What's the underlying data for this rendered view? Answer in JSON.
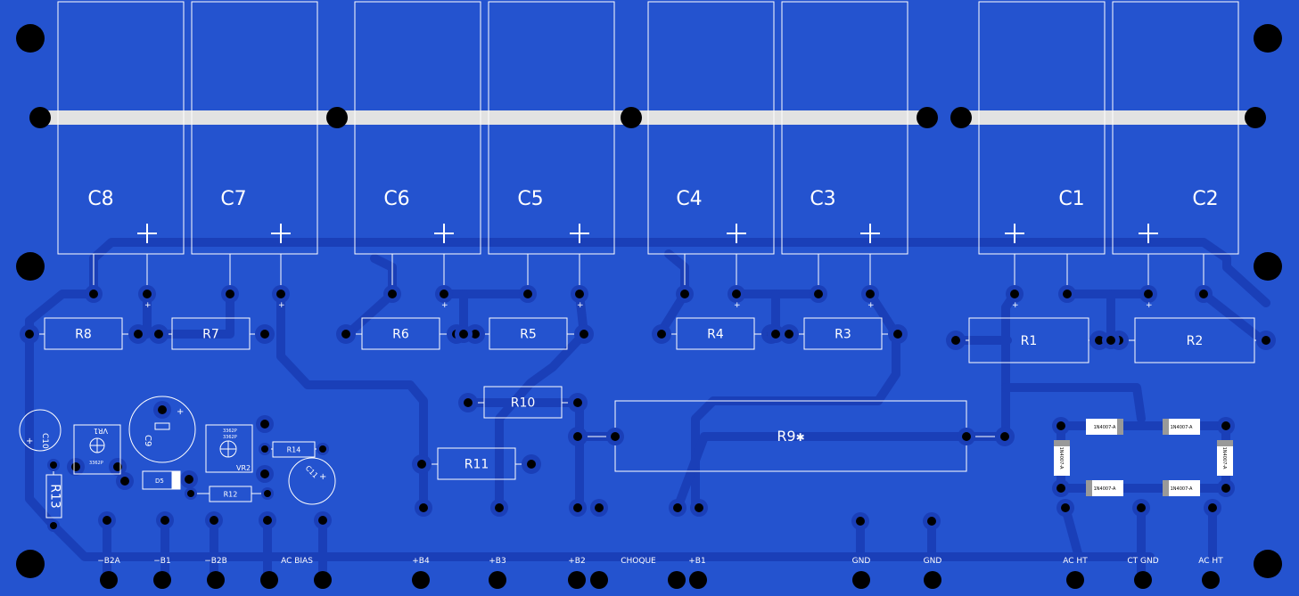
{
  "board": {
    "background": "#2453cf",
    "trace_color": "#1a3fb8",
    "silk_color": "#ffffff",
    "pad_color": "#000000",
    "bar_color": "#e2e2e2"
  },
  "capacitors": [
    {
      "id": "c8",
      "label": "C8",
      "polarity": "+"
    },
    {
      "id": "c7",
      "label": "C7",
      "polarity": "+"
    },
    {
      "id": "c6",
      "label": "C6",
      "polarity": "+"
    },
    {
      "id": "c5",
      "label": "C5",
      "polarity": "+"
    },
    {
      "id": "c4",
      "label": "C4",
      "polarity": "+"
    },
    {
      "id": "c3",
      "label": "C3",
      "polarity": "+"
    },
    {
      "id": "c1",
      "label": "C1",
      "polarity": "+"
    },
    {
      "id": "c2",
      "label": "C2",
      "polarity": "+"
    }
  ],
  "resistors": [
    {
      "id": "r8",
      "label": "R8"
    },
    {
      "id": "r7",
      "label": "R7"
    },
    {
      "id": "r6",
      "label": "R6"
    },
    {
      "id": "r5",
      "label": "R5"
    },
    {
      "id": "r4",
      "label": "R4"
    },
    {
      "id": "r3",
      "label": "R3"
    },
    {
      "id": "r1",
      "label": "R1"
    },
    {
      "id": "r2",
      "label": "R2"
    },
    {
      "id": "r10",
      "label": "R10"
    },
    {
      "id": "r11",
      "label": "R11"
    },
    {
      "id": "r9",
      "label": "R9"
    },
    {
      "id": "r14",
      "label": "R14"
    },
    {
      "id": "r12",
      "label": "R12"
    },
    {
      "id": "r13",
      "label": "R13"
    }
  ],
  "small_parts": {
    "c10": "C10",
    "c9": "C9",
    "c11": "C11",
    "d5": "D5",
    "vr1": "VR1",
    "vr2": "VR2",
    "vr_code_a": "3362P",
    "vr_code_b": "3362P",
    "vr_code_c": "3362P",
    "r9_marker": "✱",
    "plus": "+"
  },
  "diodes": [
    "1N4007-A",
    "1N4007-A",
    "1N4007-A",
    "1N4007-A",
    "1N4007-A",
    "1N4007-A"
  ],
  "terminals": [
    {
      "label": "−B2A"
    },
    {
      "label": "−B1"
    },
    {
      "label": "−B2B"
    },
    {
      "label": "AC BIAS"
    },
    {
      "label": "+B4"
    },
    {
      "label": "+B3"
    },
    {
      "label": "+B2"
    },
    {
      "label": "CHOQUE"
    },
    {
      "label": "+B1"
    },
    {
      "label": "GND"
    },
    {
      "label": "GND"
    },
    {
      "label": "AC HT"
    },
    {
      "label": "CT GND"
    },
    {
      "label": "AC HT"
    }
  ]
}
